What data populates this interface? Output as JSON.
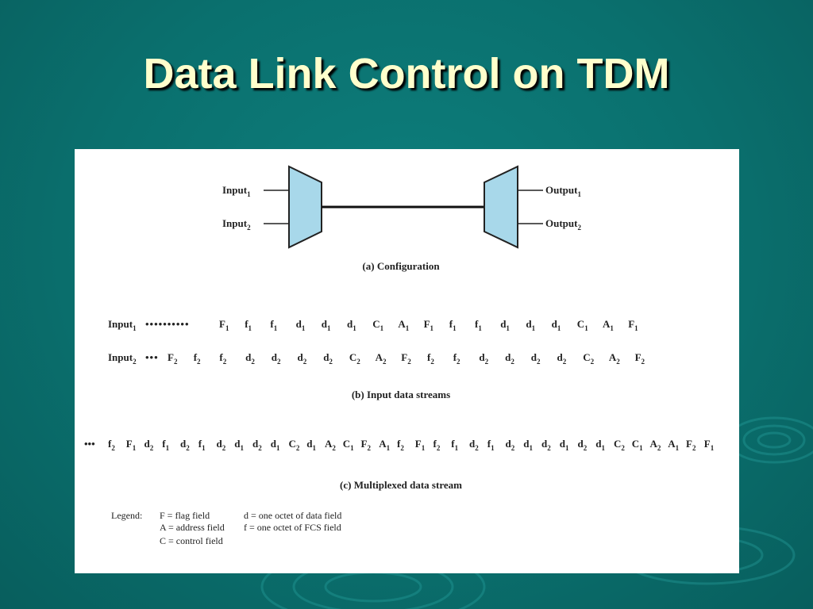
{
  "slide": {
    "title": "Data Link Control on TDM"
  },
  "config": {
    "inputs": [
      {
        "base": "Input",
        "sub": "1"
      },
      {
        "base": "Input",
        "sub": "2"
      }
    ],
    "outputs": [
      {
        "base": "Output",
        "sub": "1"
      },
      {
        "base": "Output",
        "sub": "2"
      }
    ],
    "caption": "(a) Configuration"
  },
  "input_streams": {
    "rows": [
      {
        "label": {
          "base": "Input",
          "sub": "1"
        },
        "leader": "••••••••••",
        "symbols": [
          [
            "F",
            "1"
          ],
          [
            "f",
            "1"
          ],
          [
            "f",
            "1"
          ],
          [
            "d",
            "1"
          ],
          [
            "d",
            "1"
          ],
          [
            "d",
            "1"
          ],
          [
            "C",
            "1"
          ],
          [
            "A",
            "1"
          ],
          [
            "F",
            "1"
          ],
          [
            "f",
            "1"
          ],
          [
            "f",
            "1"
          ],
          [
            "d",
            "1"
          ],
          [
            "d",
            "1"
          ],
          [
            "d",
            "1"
          ],
          [
            "C",
            "1"
          ],
          [
            "A",
            "1"
          ],
          [
            "F",
            "1"
          ]
        ]
      },
      {
        "label": {
          "base": "Input",
          "sub": "2"
        },
        "leader": "•••",
        "symbols": [
          [
            "F",
            "2"
          ],
          [
            "f",
            "2"
          ],
          [
            "f",
            "2"
          ],
          [
            "d",
            "2"
          ],
          [
            "d",
            "2"
          ],
          [
            "d",
            "2"
          ],
          [
            "d",
            "2"
          ],
          [
            "C",
            "2"
          ],
          [
            "A",
            "2"
          ],
          [
            "F",
            "2"
          ],
          [
            "f",
            "2"
          ],
          [
            "f",
            "2"
          ],
          [
            "d",
            "2"
          ],
          [
            "d",
            "2"
          ],
          [
            "d",
            "2"
          ],
          [
            "d",
            "2"
          ],
          [
            "C",
            "2"
          ],
          [
            "A",
            "2"
          ],
          [
            "F",
            "2"
          ]
        ]
      }
    ],
    "caption": "(b) Input data streams"
  },
  "multiplexed": {
    "leader": "•••",
    "symbols": [
      [
        "f",
        "2"
      ],
      [
        "F",
        "1"
      ],
      [
        "d",
        "2"
      ],
      [
        "f",
        "1"
      ],
      [
        "d",
        "2"
      ],
      [
        "f",
        "1"
      ],
      [
        "d",
        "2"
      ],
      [
        "d",
        "1"
      ],
      [
        "d",
        "2"
      ],
      [
        "d",
        "1"
      ],
      [
        "C",
        "2"
      ],
      [
        "d",
        "1"
      ],
      [
        "A",
        "2"
      ],
      [
        "C",
        "1"
      ],
      [
        "F",
        "2"
      ],
      [
        "A",
        "1"
      ],
      [
        "f",
        "2"
      ],
      [
        "F",
        "1"
      ],
      [
        "f",
        "2"
      ],
      [
        "f",
        "1"
      ],
      [
        "d",
        "2"
      ],
      [
        "f",
        "1"
      ],
      [
        "d",
        "2"
      ],
      [
        "d",
        "1"
      ],
      [
        "d",
        "2"
      ],
      [
        "d",
        "1"
      ],
      [
        "d",
        "2"
      ],
      [
        "d",
        "1"
      ],
      [
        "C",
        "2"
      ],
      [
        "C",
        "1"
      ],
      [
        "A",
        "2"
      ],
      [
        "A",
        "1"
      ],
      [
        "F",
        "2"
      ],
      [
        "F",
        "1"
      ]
    ],
    "caption": "(c) Multiplexed data stream"
  },
  "legend": {
    "heading": "Legend:",
    "col1": [
      "F = flag field",
      "A = address field",
      "C = control field"
    ],
    "col2": [
      "d = one octet of data field",
      "f = one octet of FCS field"
    ]
  },
  "colors": {
    "mux_fill": "#a8d8ea",
    "title": "#ffffcc",
    "background": "#0a706e"
  }
}
